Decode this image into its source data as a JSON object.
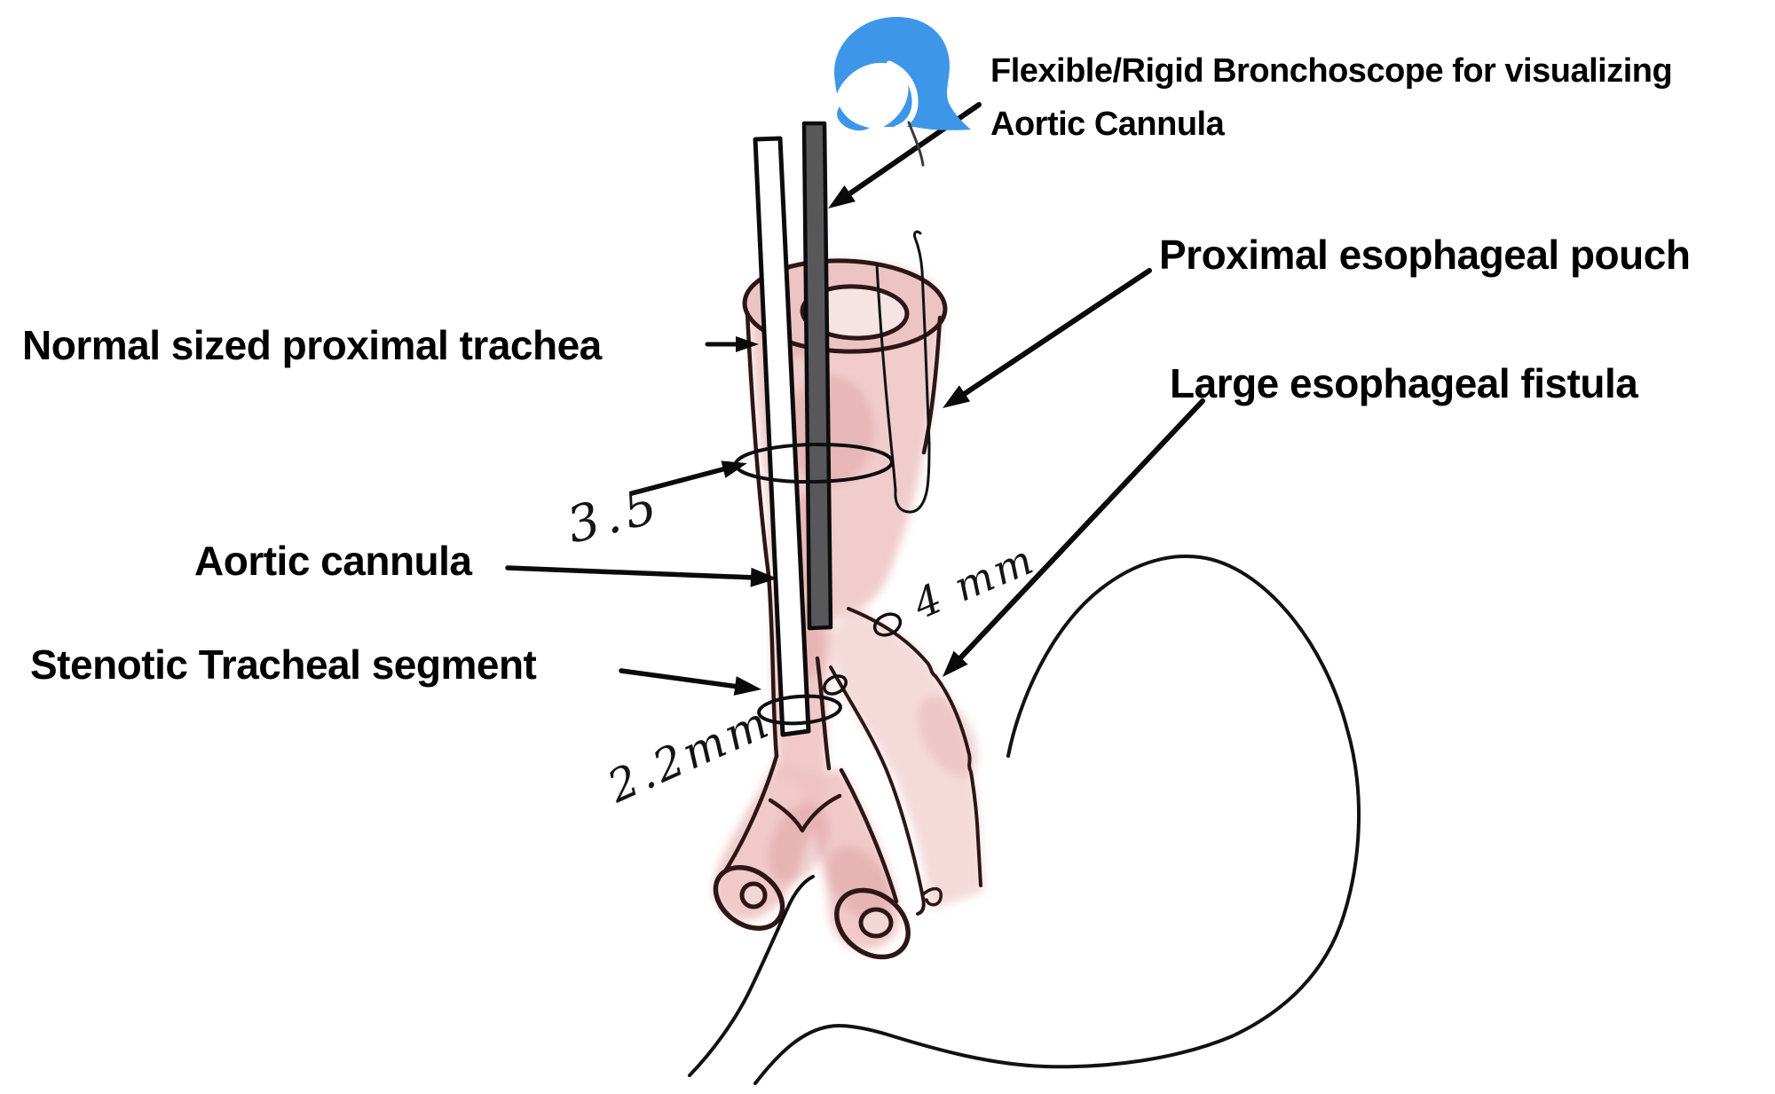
{
  "labels": {
    "bronchoscope_line1": "Flexible/Rigid Bronchoscope for visualizing",
    "bronchoscope_line2": "Aortic Cannula",
    "proximal_pouch": "Proximal esophageal pouch",
    "esophageal_fistula": "Large esophageal fistula",
    "normal_trachea": "Normal sized proximal trachea",
    "aortic_cannula": "Aortic cannula",
    "stenotic_segment": "Stenotic Tracheal segment"
  },
  "annotations": {
    "upper_trachea_diameter": "3.5",
    "fistula_diameter": "4 mm",
    "stenotic_diameter": "2.2mm"
  },
  "icons": {
    "clinician_head": "masked-clinician-head-icon"
  },
  "colors": {
    "head_icon_blue": "#3E96E9",
    "trachea_pink": "#EFC3C3",
    "trachea_pink_dark": "#DC9B9B",
    "fistula_pink_light": "#F4D6D6",
    "anatomy_outline": "#2D1616",
    "annotation_black": "#111111",
    "bronchoscope_gray": "#58585A",
    "background": "#FFFFFF"
  }
}
